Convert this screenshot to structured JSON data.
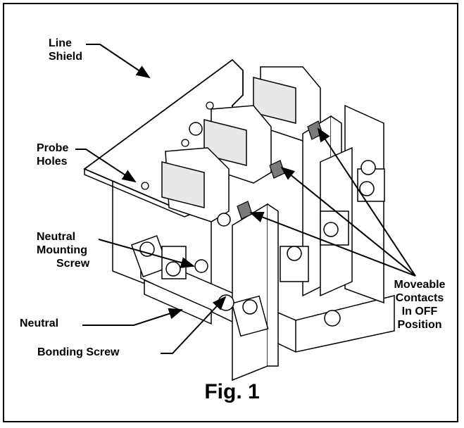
{
  "labels": {
    "line_shield": [
      "Line",
      "Shield"
    ],
    "probe_holes": [
      "Probe",
      "Holes"
    ],
    "neutral_mounting_screw": [
      "Neutral",
      "Mounting",
      "Screw"
    ],
    "neutral": "Neutral",
    "bonding_screw": "Bonding Screw",
    "moveable_contacts": [
      "Moveable",
      "Contacts",
      "In OFF",
      "Position"
    ]
  },
  "figure_caption": "Fig. 1",
  "colors": {
    "line": "#000000",
    "paper": "#ffffff",
    "shade": "#cfcfcf",
    "contact": "#7a7a7a"
  }
}
